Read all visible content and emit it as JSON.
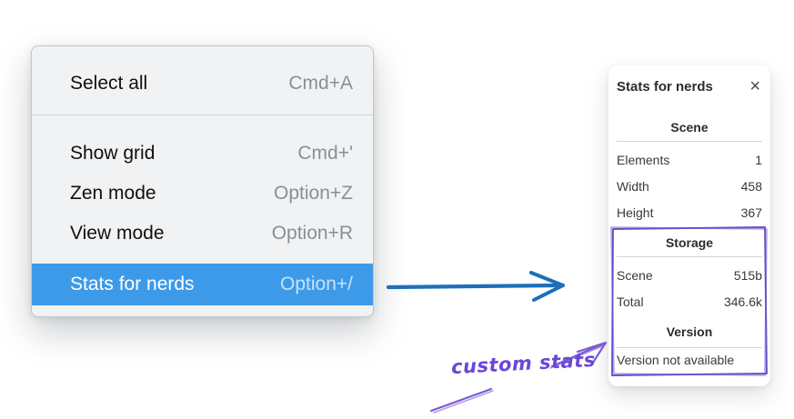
{
  "context_menu": {
    "items": [
      {
        "label": "Select all",
        "shortcut": "Cmd+A"
      },
      {
        "label": "Show grid",
        "shortcut": "Cmd+'"
      },
      {
        "label": "Zen mode",
        "shortcut": "Option+Z"
      },
      {
        "label": "View mode",
        "shortcut": "Option+R"
      },
      {
        "label": "Stats for nerds",
        "shortcut": "Option+/"
      }
    ],
    "selected_item": "Stats for nerds",
    "highlight_color": "#3d9ae8"
  },
  "stats_panel": {
    "title": "Stats for nerds",
    "close_icon": "×",
    "scene_section": {
      "heading": "Scene",
      "rows": [
        {
          "label": "Elements",
          "value": "1"
        },
        {
          "label": "Width",
          "value": "458"
        },
        {
          "label": "Height",
          "value": "367"
        }
      ]
    },
    "storage_section": {
      "heading": "Storage",
      "rows": [
        {
          "label": "Scene",
          "value": "515b"
        },
        {
          "label": "Total",
          "value": "346.6k"
        }
      ]
    },
    "version_section": {
      "heading": "Version",
      "note": "Version not available"
    }
  },
  "annotation": {
    "label": "custom stats",
    "violet": "#6b4ecb",
    "arrow_blue": "#1c6fba"
  }
}
